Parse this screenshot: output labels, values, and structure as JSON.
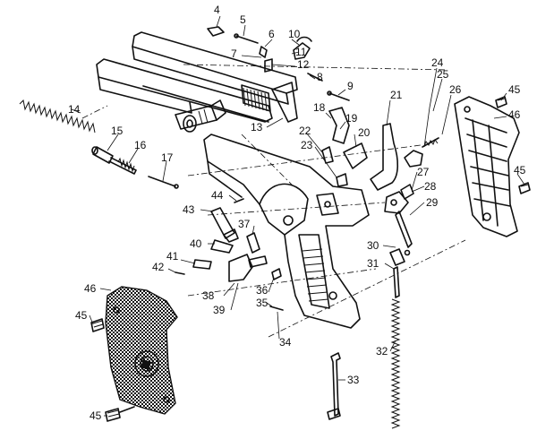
{
  "labels": {
    "n1": "4",
    "n2": "5",
    "n3": "6",
    "n4": "10",
    "n5": "7",
    "n6": "11",
    "n7": "12",
    "n8": "8",
    "n9": "9",
    "n10": "24",
    "n11": "25",
    "n12": "26",
    "n13": "45",
    "n14": "46",
    "n15": "14",
    "n16": "21",
    "n17": "13",
    "n18": "18",
    "n19": "19",
    "n20": "22",
    "n21": "20",
    "n22": "23",
    "n23": "15",
    "n24": "16",
    "n25": "17",
    "n26": "27",
    "n27": "28",
    "n28": "29",
    "n29": "45",
    "n30": "44",
    "n31": "43",
    "n32": "37",
    "n33": "30",
    "n34": "40",
    "n35": "31",
    "n36": "41",
    "n37": "42",
    "n38": "36",
    "n39": "38",
    "n40": "35",
    "n41": "39",
    "n42": "46",
    "n43": "45",
    "n44": "34",
    "n45": "32",
    "n46": "33",
    "n47": "45"
  }
}
